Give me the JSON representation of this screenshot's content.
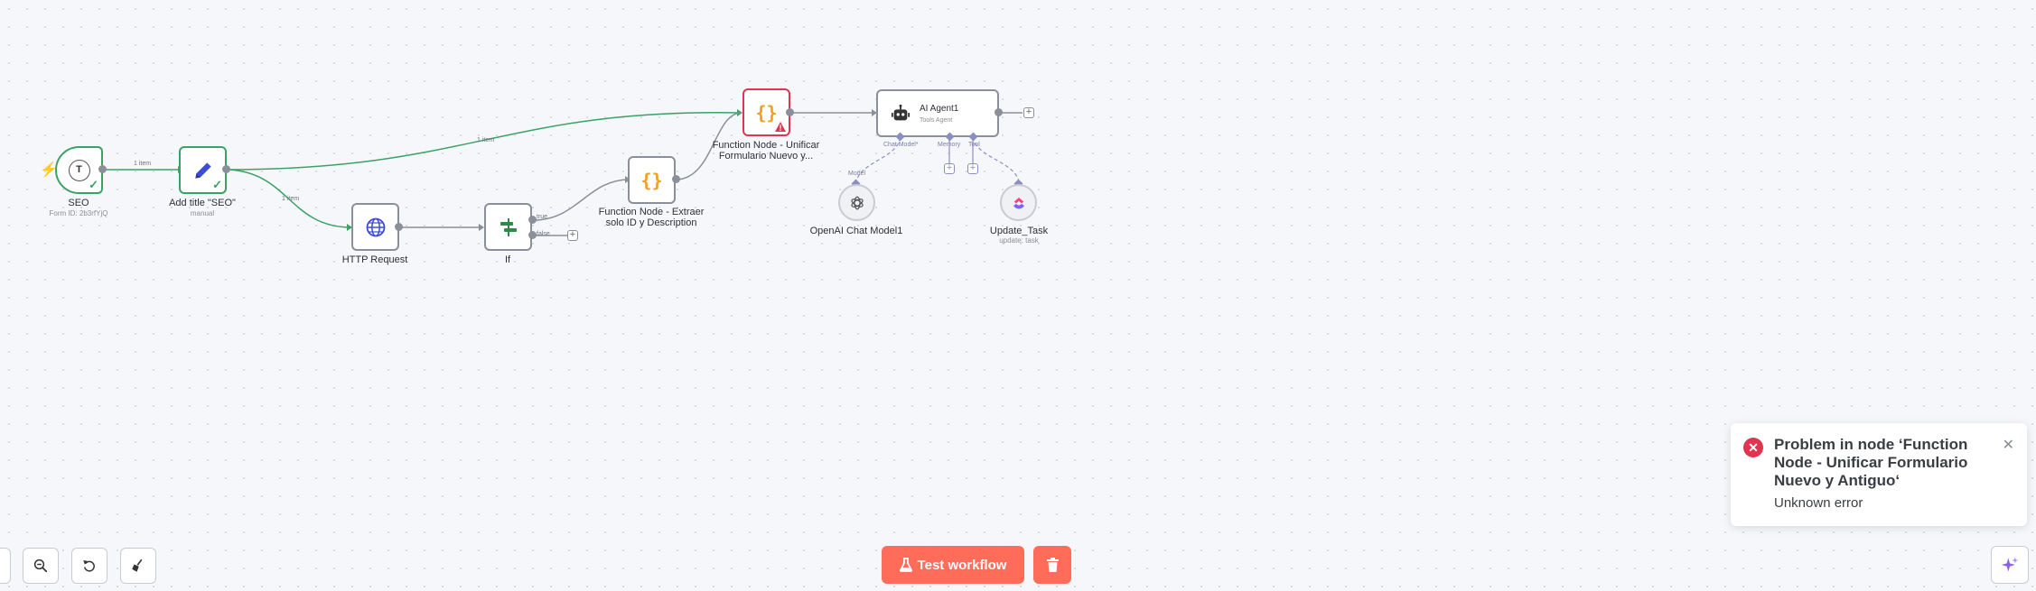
{
  "nodes": {
    "seo": {
      "badge": "T",
      "title": "SEO",
      "subtitle": "Form ID: 2b3rfYjQ"
    },
    "add_title": {
      "title": "Add title \"SEO\"",
      "subtitle": "manual"
    },
    "http": {
      "title": "HTTP Request"
    },
    "if": {
      "title": "If",
      "true_label": "true",
      "false_label": "false"
    },
    "fn_extraer": {
      "title_line1": "Function Node - Extraer",
      "title_line2": "solo ID y Description"
    },
    "fn_unificar": {
      "title_line1": "Function Node - Unificar",
      "title_line2": "Formulario Nuevo y..."
    },
    "agent": {
      "title": "AI Agent1",
      "subtitle": "Tools Agent",
      "chat_model_label": "Chat Model*",
      "memory_label": "Memory",
      "tool_label": "Tool"
    },
    "openai": {
      "title": "OpenAI Chat Model1",
      "port_label": "Model"
    },
    "update_task": {
      "title": "Update_Task",
      "subtitle": "update: task"
    }
  },
  "edges": {
    "seo_to_add": "1 item",
    "add_to_unificar": "1 item",
    "add_to_http": "1 item"
  },
  "toolbar": {
    "test_label": "Test workflow"
  },
  "toast": {
    "title": "Problem in node ‘Function Node - Unificar Formulario Nuevo y Antiguo‘",
    "message": "Unknown error"
  },
  "colors": {
    "accent": "#ff6d5a",
    "success": "#3aa363",
    "error": "#e2344e",
    "ai_port": "#8b8fbf"
  }
}
